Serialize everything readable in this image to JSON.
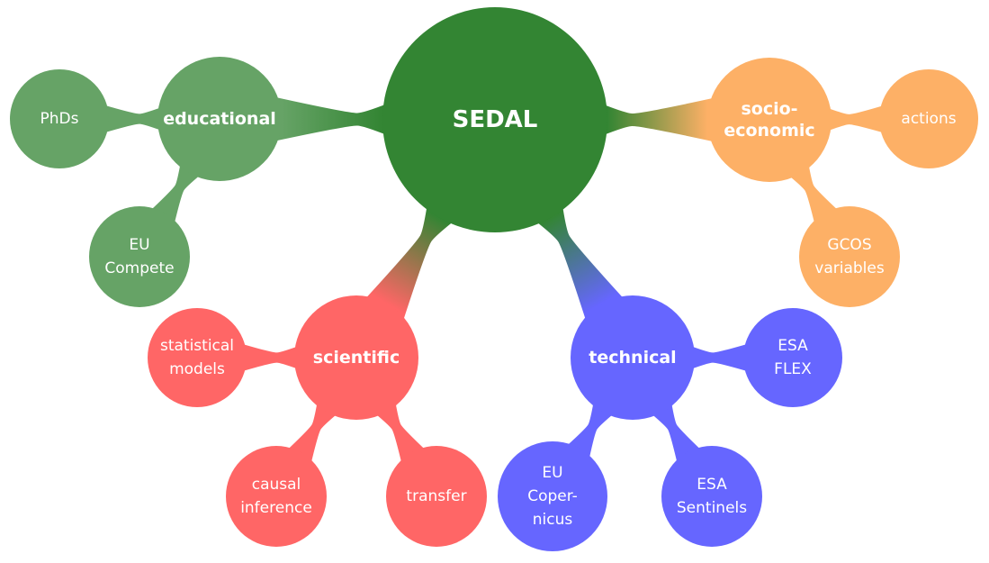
{
  "title": "SEDAL",
  "colors": {
    "root": "#338533",
    "educational": "#66a366",
    "socio_economic": "#fdb066",
    "scientific": "#ff6666",
    "technical": "#6666ff"
  },
  "root": {
    "id": "sedal",
    "lines": [
      "SEDAL"
    ]
  },
  "branches": [
    {
      "id": "educational",
      "color_key": "educational",
      "lines": [
        "educational"
      ],
      "children": [
        {
          "id": "phds",
          "lines": [
            "PhDs"
          ]
        },
        {
          "id": "eu-compete",
          "lines": [
            "EU",
            "Compete"
          ]
        }
      ]
    },
    {
      "id": "socio-economic",
      "color_key": "socio_economic",
      "lines": [
        "socio-",
        "economic"
      ],
      "children": [
        {
          "id": "actions",
          "lines": [
            "actions"
          ]
        },
        {
          "id": "gcos-variables",
          "lines": [
            "GCOS",
            "variables"
          ]
        }
      ]
    },
    {
      "id": "scientific",
      "color_key": "scientific",
      "lines": [
        "scientific"
      ],
      "children": [
        {
          "id": "statistical-models",
          "lines": [
            "statistical",
            "models"
          ]
        },
        {
          "id": "causal-inference",
          "lines": [
            "causal",
            "inference"
          ]
        },
        {
          "id": "transfer",
          "lines": [
            "transfer"
          ]
        }
      ]
    },
    {
      "id": "technical",
      "color_key": "technical",
      "lines": [
        "technical"
      ],
      "children": [
        {
          "id": "esa-flex",
          "lines": [
            "ESA",
            "FLEX"
          ]
        },
        {
          "id": "eu-copernicus",
          "lines": [
            "EU",
            "Coper-",
            "nicus"
          ]
        },
        {
          "id": "esa-sentinels",
          "lines": [
            "ESA",
            "Sentinels"
          ]
        }
      ]
    }
  ]
}
